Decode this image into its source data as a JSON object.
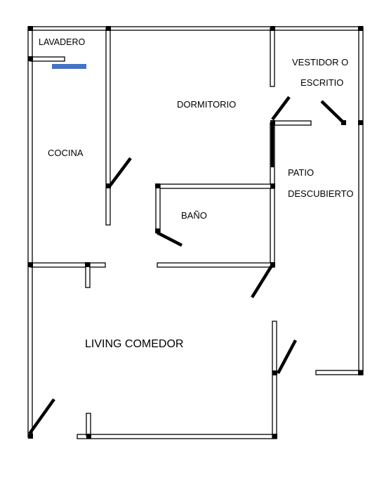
{
  "rooms": {
    "lavadero": "LAVADERO",
    "dormitorio": "DORMITORIO",
    "vestidor_line1": "VESTIDOR O",
    "vestidor_line2": "ESCRITIO",
    "cocina": "COCINA",
    "patio_line1": "PATIO",
    "patio_line2": "DESCUBIERTO",
    "bano": "BAÑO",
    "living": "LIVING COMEDOR"
  },
  "colors": {
    "wall_outline": "#000000",
    "door_leaf": "#000000",
    "laundry_fixture": "#4472c4",
    "background": "#ffffff"
  }
}
